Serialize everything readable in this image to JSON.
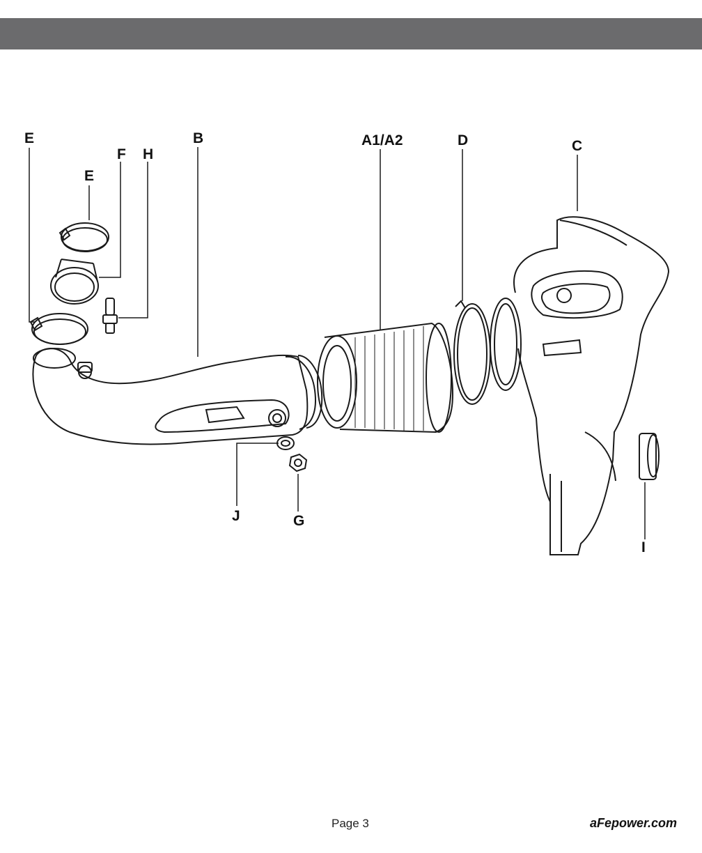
{
  "header": {
    "color": "#6b6b6d"
  },
  "labels": {
    "E_top": "E",
    "E": "E",
    "F": "F",
    "H": "H",
    "B": "B",
    "A1A2": "A1/A2",
    "D": "D",
    "C": "C",
    "J": "J",
    "G": "G",
    "I": "I"
  },
  "footer": {
    "page": "Page 3",
    "site": "aFepower.com"
  }
}
